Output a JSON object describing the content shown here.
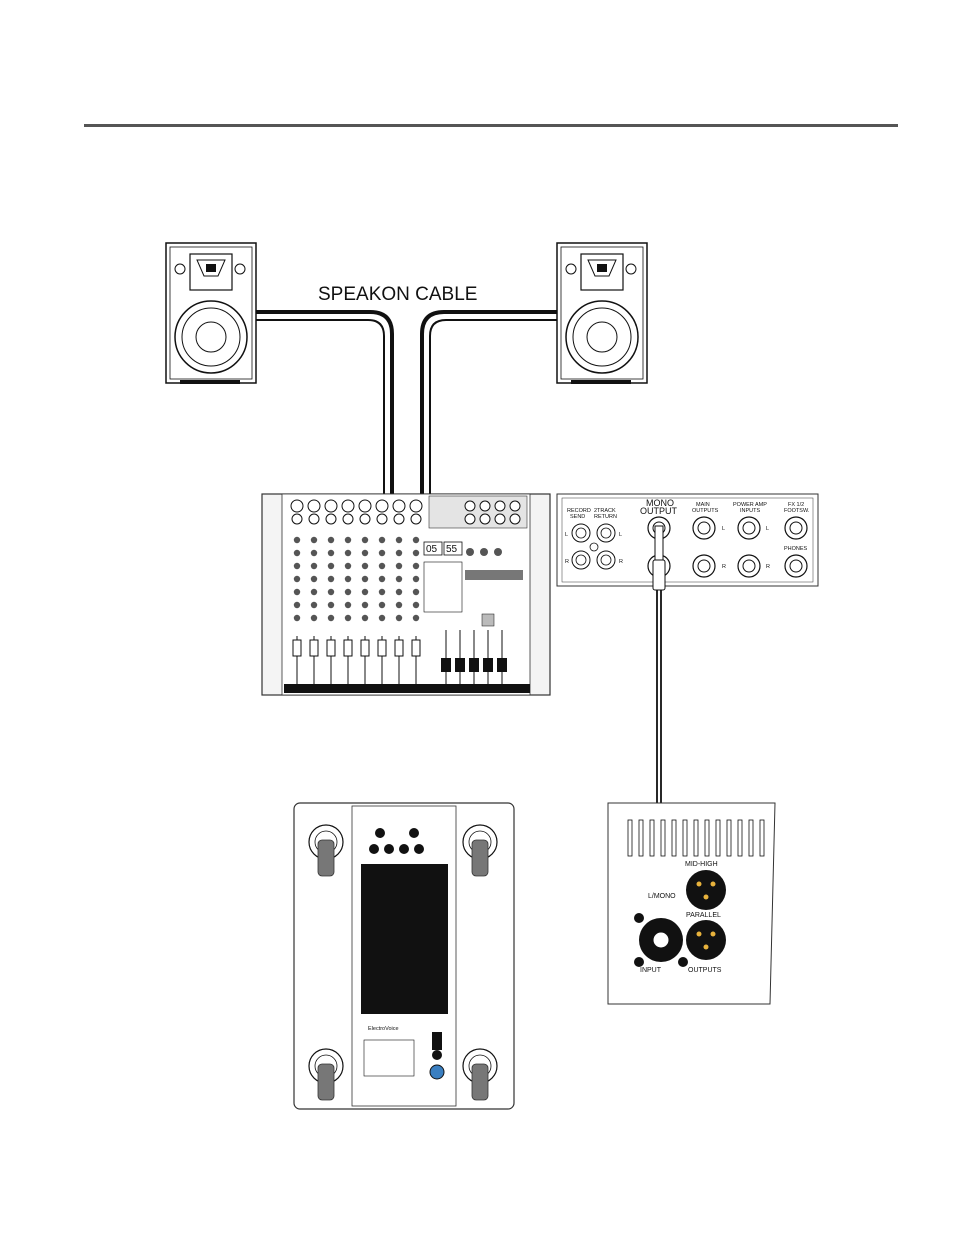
{
  "diagram": {
    "cable_label": "SPEAKON CABLE",
    "mixer_rear_panel": {
      "record_send": "RECORD\nSEND",
      "two_track_return": "2TRACK\nRETURN",
      "mono_output": "MONO\nOUTPUT",
      "main_outputs": "MAIN\nOUTPUTS",
      "power_amp_inputs": "POWER AMP\nINPUTS",
      "fx_footswitch": "FX 1/2\nFOOTSW.",
      "phones": "PHONES",
      "ch_l": "L",
      "ch_r": "R"
    },
    "mixer_displays": [
      "05",
      "55"
    ],
    "sub_panel": {
      "mid_high": "MID-HIGH",
      "l_mono": "L/MONO",
      "parallel": "PARALLEL",
      "input": "INPUT",
      "outputs": "OUTPUTS"
    },
    "sub_brand": "ElectroVoice"
  }
}
